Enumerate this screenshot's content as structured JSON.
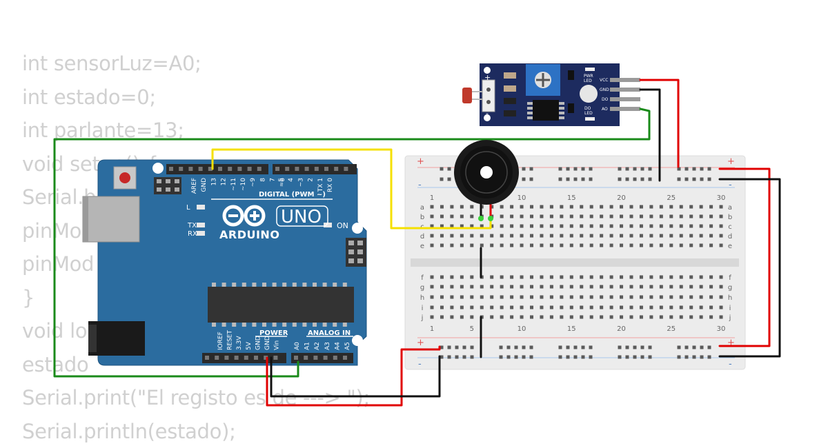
{
  "code_lines": [
    "int sensorLuz=A0;",
    "int estado=0;",
    "int parlante=13;",
    "void setup() {",
    "Serial.b",
    "pinMo",
    "pinMod",
    "}",
    "void lo",
    "estado",
    "Serial.print(\"El registo es de ---> \");",
    "Serial.println(estado);"
  ],
  "arduino": {
    "logo_text": "ARDUINO",
    "model": "UNO",
    "digital_label": "DIGITAL (PWM ~)",
    "power_label": "POWER",
    "analog_label": "ANALOG IN",
    "on_label": "ON",
    "l_label": "L",
    "tx_label": "TX",
    "rx_label": "RX",
    "digital_pins": [
      "AREF",
      "GND",
      "13",
      "12",
      "~11",
      "~10",
      "~9",
      "8",
      "7",
      "~6",
      "~5",
      "4",
      "~3",
      "2",
      "TX 1",
      "RX 0"
    ],
    "power_pins": [
      "IOREF",
      "RESET",
      "3.3V",
      "5V",
      "GND",
      "GND",
      "Vin"
    ],
    "analog_pins": [
      "A0",
      "A1",
      "A2",
      "A3",
      "A4",
      "A5"
    ]
  },
  "sensor": {
    "pwr_led": [
      "PWR",
      "LED"
    ],
    "do_led": [
      "DO",
      "LED"
    ],
    "pins": [
      "VCC",
      "GND",
      "DO",
      "AO"
    ],
    "plus": "+",
    "minus": "-"
  },
  "breadboard": {
    "col_numbers": [
      "1",
      "5",
      "10",
      "15",
      "20",
      "25",
      "30"
    ],
    "rows_top": [
      "a",
      "b",
      "c",
      "d",
      "e"
    ],
    "rows_bottom": [
      "f",
      "g",
      "h",
      "i",
      "j"
    ],
    "plus": "+",
    "minus": "-"
  },
  "colors": {
    "board": "#2a6b9e",
    "board_dark": "#1f5580",
    "wire_red": "#e00000",
    "wire_black": "#111111",
    "wire_green": "#1a8a1a",
    "wire_yellow": "#f5e000",
    "breadboard": "#eeeeee",
    "sensor": "#1c2a5e"
  }
}
